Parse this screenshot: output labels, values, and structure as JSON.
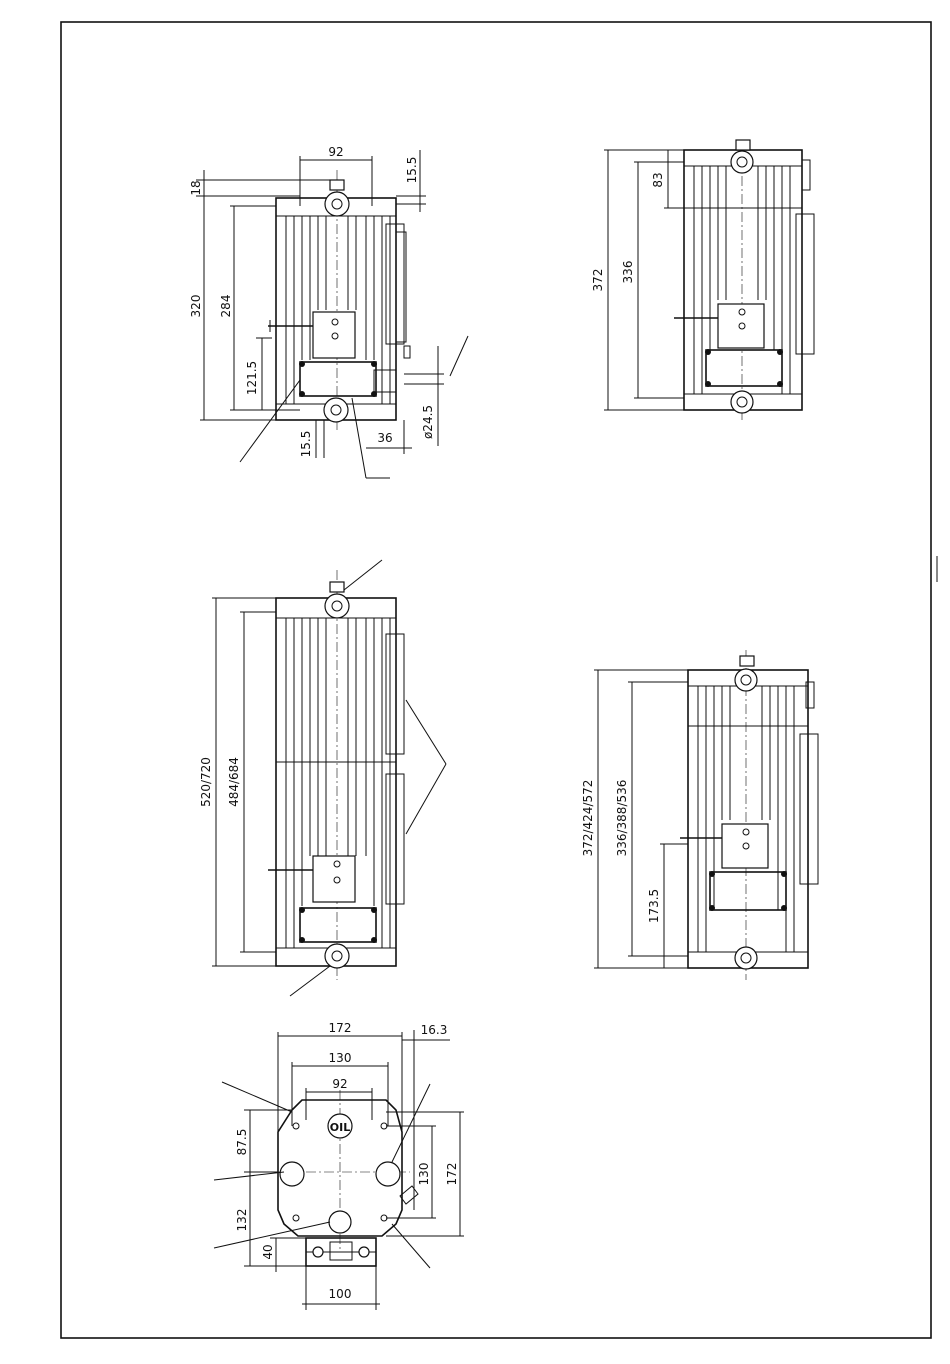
{
  "views": {
    "top_left": {
      "dims": {
        "d92": "92",
        "d18": "18",
        "d15_5_top": "15.5",
        "d320": "320",
        "d284": "284",
        "d121_5": "121.5",
        "d15_5_bottom": "15.5",
        "d36": "36",
        "d24_5": "ø24.5"
      }
    },
    "top_right": {
      "dims": {
        "d83": "83",
        "d372": "372",
        "d336": "336"
      }
    },
    "middle_left": {
      "dims": {
        "d520_720": "520/720",
        "d484_684": "484/684"
      }
    },
    "middle_right": {
      "dims": {
        "d372_424_572": "372/424/572",
        "d336_388_536": "336/388/536",
        "d173_5": "173.5"
      }
    },
    "end_view": {
      "plug_label": "OIL",
      "dims": {
        "d172_top": "172",
        "d16_3": "16.3",
        "d130_top": "130",
        "d92": "92",
        "d87_5": "87.5",
        "d130_right": "130",
        "d172_right": "172",
        "d132": "132",
        "d40": "40",
        "d100": "100"
      }
    }
  }
}
